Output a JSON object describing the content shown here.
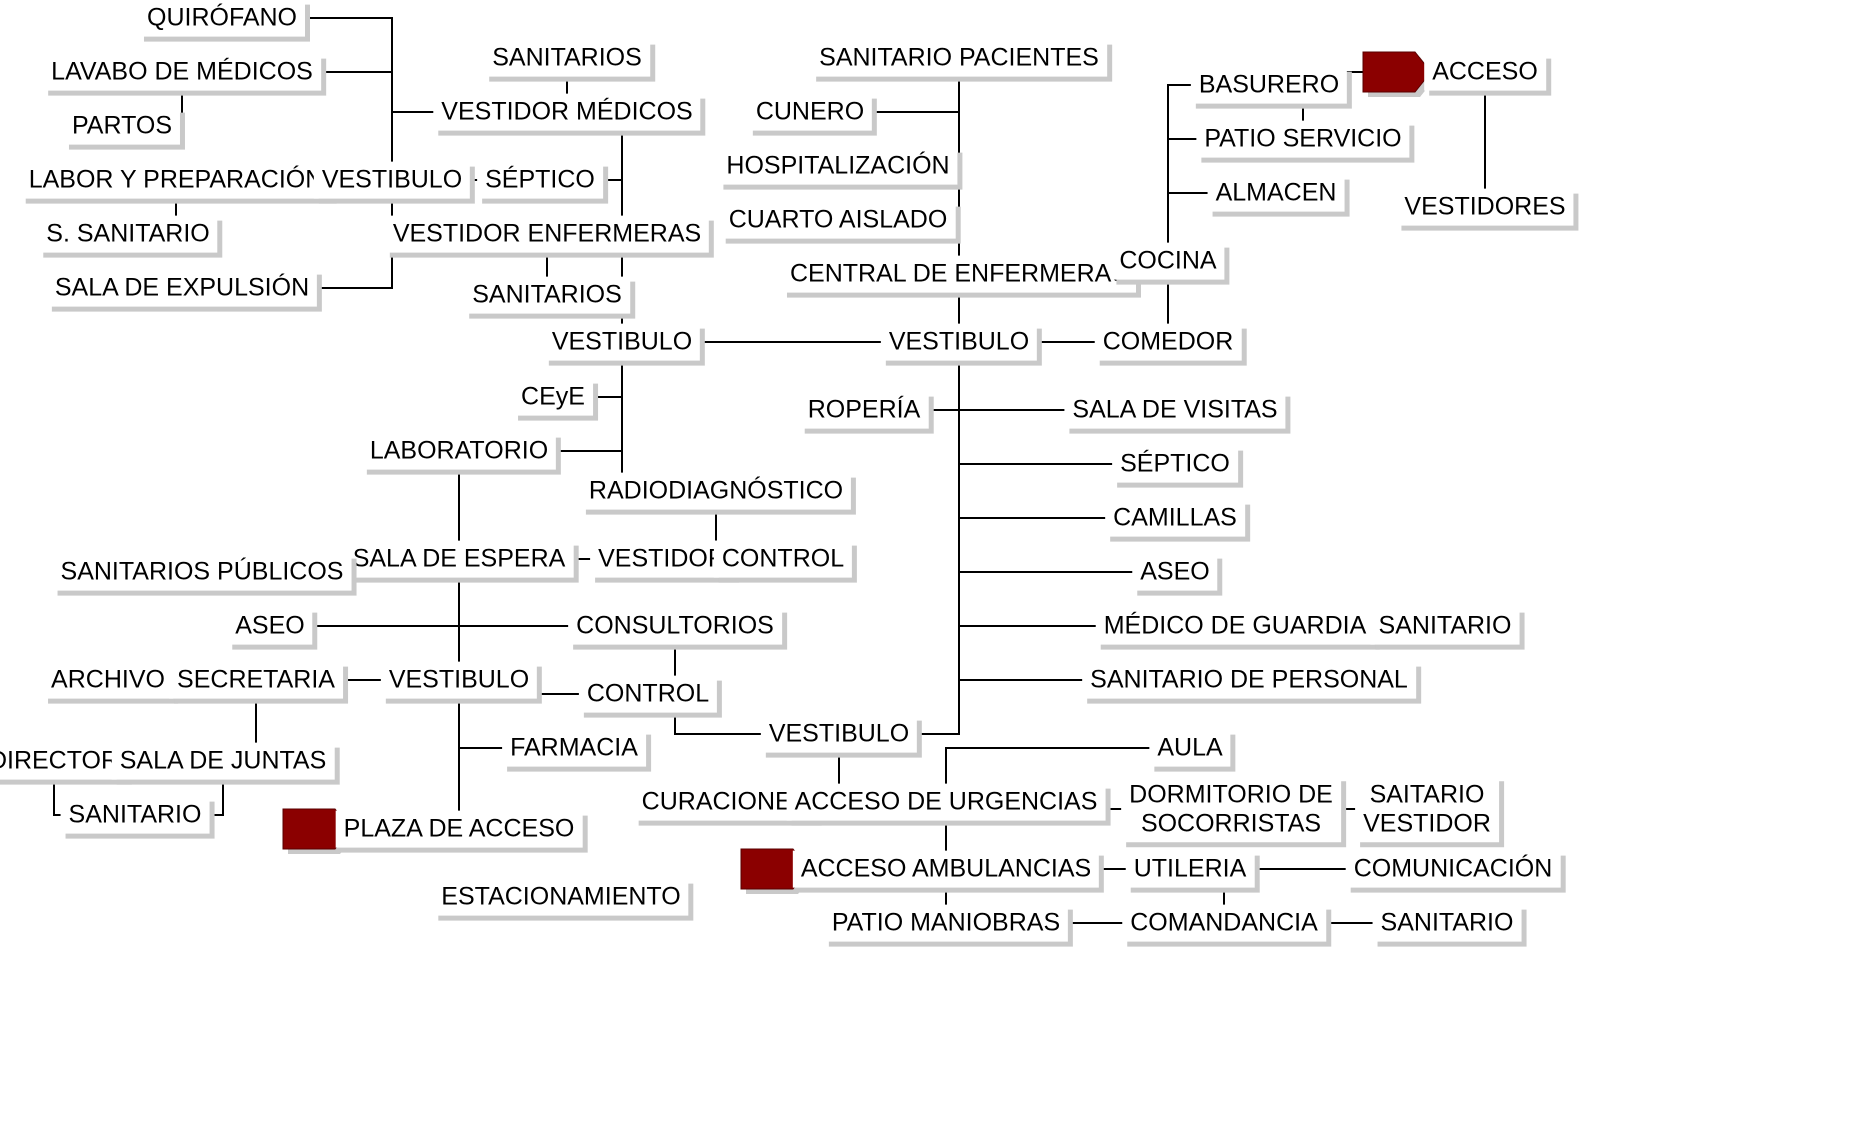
{
  "colors": {
    "line": "#000000",
    "shadow": "#c9c9c9",
    "access_marker": "#8b0000",
    "background": "#ffffff"
  },
  "icons": {
    "access_marker": "pentagon-arrow-icon"
  },
  "nodes": [
    {
      "id": "quirofano",
      "label": "QUIRÓFANO"
    },
    {
      "id": "lavabo_medicos",
      "label": "LAVABO DE MÉDICOS"
    },
    {
      "id": "partos",
      "label": "PARTOS"
    },
    {
      "id": "labor_preparacion",
      "label": "LABOR Y PREPARACIÓN"
    },
    {
      "id": "s_sanitario",
      "label": "S. SANITARIO"
    },
    {
      "id": "sala_expulsion",
      "label": "SALA DE EXPULSIÓN"
    },
    {
      "id": "vestibulo_tocologia",
      "label": "VESTIBULO"
    },
    {
      "id": "sanitarios_medicos",
      "label": "SANITARIOS"
    },
    {
      "id": "vestidor_medicos",
      "label": "VESTIDOR MÉDICOS"
    },
    {
      "id": "septico_1",
      "label": "SÉPTICO"
    },
    {
      "id": "vestidor_enfermeras",
      "label": "VESTIDOR ENFERMERAS"
    },
    {
      "id": "sanitarios_enfermeras",
      "label": "SANITARIOS"
    },
    {
      "id": "vestibulo_quirurgico",
      "label": "VESTIBULO"
    },
    {
      "id": "ceye",
      "label": "CEyE"
    },
    {
      "id": "laboratorio",
      "label": "LABORATORIO"
    },
    {
      "id": "radiodiagnostico",
      "label": "RADIODIAGNÓSTICO"
    },
    {
      "id": "vestidor_rx",
      "label": "VESTIDOR"
    },
    {
      "id": "control_rx",
      "label": "CONTROL"
    },
    {
      "id": "sala_espera",
      "label": "SALA DE ESPERA"
    },
    {
      "id": "sanitarios_publicos",
      "label": "SANITARIOS PÚBLICOS"
    },
    {
      "id": "aseo_1",
      "label": "ASEO"
    },
    {
      "id": "archivo",
      "label": "ARCHIVO"
    },
    {
      "id": "secretaria",
      "label": "SECRETARIA"
    },
    {
      "id": "vestibulo_principal",
      "label": "VESTIBULO"
    },
    {
      "id": "director",
      "label": "DIRECTOR"
    },
    {
      "id": "sala_juntas",
      "label": "SALA DE JUNTAS"
    },
    {
      "id": "sanitario_direccion",
      "label": "SANITARIO"
    },
    {
      "id": "farmacia",
      "label": "FARMACIA"
    },
    {
      "id": "plaza_acceso",
      "label": "PLAZA DE ACCESO"
    },
    {
      "id": "estacionamiento",
      "label": "ESTACIONAMIENTO"
    },
    {
      "id": "consultorios",
      "label": "CONSULTORIOS"
    },
    {
      "id": "control_consulta",
      "label": "CONTROL"
    },
    {
      "id": "sanitario_pacientes",
      "label": "SANITARIO PACIENTES"
    },
    {
      "id": "cunero",
      "label": "CUNERO"
    },
    {
      "id": "hospitalizacion",
      "label": "HOSPITALIZACIÓN"
    },
    {
      "id": "cuarto_aislado",
      "label": "CUARTO AISLADO"
    },
    {
      "id": "central_enfermeras",
      "label": "CENTRAL DE ENFERMERAS"
    },
    {
      "id": "vestibulo_hospital",
      "label": "VESTIBULO"
    },
    {
      "id": "ropeia",
      "label": "ROPERÍA"
    },
    {
      "id": "comedor",
      "label": "COMEDOR"
    },
    {
      "id": "sala_visitas",
      "label": "SALA DE VISITAS"
    },
    {
      "id": "septico_2",
      "label": "SÉPTICO"
    },
    {
      "id": "camillas",
      "label": "CAMILLAS"
    },
    {
      "id": "aseo_2",
      "label": "ASEO"
    },
    {
      "id": "medico_guardia",
      "label": "MÉDICO DE GUARDIA"
    },
    {
      "id": "sanitario_guardia",
      "label": "SANITARIO"
    },
    {
      "id": "sanitario_personal",
      "label": "SANITARIO DE PERSONAL"
    },
    {
      "id": "basurero",
      "label": "BASURERO"
    },
    {
      "id": "patio_servicio",
      "label": "PATIO SERVICIO"
    },
    {
      "id": "almacen",
      "label": "ALMACEN"
    },
    {
      "id": "cocina",
      "label": "COCINA"
    },
    {
      "id": "acceso_servicio",
      "label": "ACCESO"
    },
    {
      "id": "vestidores",
      "label": "VESTIDORES"
    },
    {
      "id": "vestibulo_urgencias",
      "label": "VESTIBULO"
    },
    {
      "id": "curaciones",
      "label": "CURACIONES"
    },
    {
      "id": "acceso_urgencias",
      "label": "ACCESO DE URGENCIAS"
    },
    {
      "id": "acceso_ambulancias",
      "label": "ACCESO AMBULANCIAS"
    },
    {
      "id": "patio_maniobras",
      "label": "PATIO MANIOBRAS"
    },
    {
      "id": "aula",
      "label": "AULA"
    },
    {
      "id": "dormitorio_socorristas",
      "label": "DORMITORIO DE\nSOCORRISTAS"
    },
    {
      "id": "saitario_vestidor",
      "label": "SAITARIO\nVESTIDOR"
    },
    {
      "id": "utileria",
      "label": "UTILERIA"
    },
    {
      "id": "comandancia",
      "label": "COMANDANCIA"
    },
    {
      "id": "comunicacion",
      "label": "COMUNICACIÓN"
    },
    {
      "id": "sanitario_comandancia",
      "label": "SANITARIO"
    }
  ],
  "connections": [
    [
      "vestibulo_tocologia",
      "quirofano"
    ],
    [
      "vestibulo_tocologia",
      "lavabo_medicos"
    ],
    [
      "lavabo_medicos",
      "partos"
    ],
    [
      "vestibulo_tocologia",
      "labor_preparacion"
    ],
    [
      "labor_preparacion",
      "s_sanitario"
    ],
    [
      "vestibulo_tocologia",
      "sala_expulsion"
    ],
    [
      "vestibulo_tocologia",
      "septico_1"
    ],
    [
      "vestibulo_tocologia",
      "vestidor_medicos"
    ],
    [
      "vestidor_medicos",
      "sanitarios_medicos"
    ],
    [
      "vestidor_enfermeras",
      "sanitarios_enfermeras"
    ],
    [
      "vestibulo_quirurgico",
      "vestibulo_tocologia"
    ],
    [
      "vestibulo_quirurgico",
      "vestidor_medicos"
    ],
    [
      "vestibulo_quirurgico",
      "vestidor_enfermeras"
    ],
    [
      "vestibulo_quirurgico",
      "vestibulo_hospital"
    ],
    [
      "vestibulo_quirurgico",
      "ceye"
    ],
    [
      "vestibulo_quirurgico",
      "laboratorio"
    ],
    [
      "vestibulo_quirurgico",
      "radiodiagnostico"
    ],
    [
      "radiodiagnostico",
      "vestidor_rx"
    ],
    [
      "radiodiagnostico",
      "control_rx"
    ],
    [
      "laboratorio",
      "sala_espera"
    ],
    [
      "sala_espera",
      "vestidor_rx"
    ],
    [
      "sala_espera",
      "consultorios"
    ],
    [
      "sala_espera",
      "control_consulta"
    ],
    [
      "sala_espera",
      "vestibulo_principal"
    ],
    [
      "vestibulo_principal",
      "sanitarios_publicos"
    ],
    [
      "vestibulo_principal",
      "aseo_1"
    ],
    [
      "vestibulo_principal",
      "secretaria"
    ],
    [
      "secretaria",
      "archivo"
    ],
    [
      "secretaria",
      "director"
    ],
    [
      "secretaria",
      "sala_juntas"
    ],
    [
      "director",
      "sanitario_direccion"
    ],
    [
      "sala_juntas",
      "sanitario_direccion"
    ],
    [
      "vestibulo_principal",
      "farmacia"
    ],
    [
      "vestibulo_principal",
      "plaza_acceso"
    ],
    [
      "consultorios",
      "vestibulo_urgencias"
    ],
    [
      "vestibulo_hospital",
      "central_enfermeras"
    ],
    [
      "central_enfermeras",
      "sanitario_pacientes"
    ],
    [
      "central_enfermeras",
      "cunero"
    ],
    [
      "central_enfermeras",
      "hospitalizacion"
    ],
    [
      "central_enfermeras",
      "cuarto_aislado"
    ],
    [
      "vestibulo_hospital",
      "comedor"
    ],
    [
      "vestibulo_hospital",
      "sala_visitas"
    ],
    [
      "vestibulo_hospital",
      "ropeia"
    ],
    [
      "vestibulo_hospital",
      "septico_2"
    ],
    [
      "vestibulo_hospital",
      "camillas"
    ],
    [
      "vestibulo_hospital",
      "aseo_2"
    ],
    [
      "vestibulo_hospital",
      "medico_guardia"
    ],
    [
      "medico_guardia",
      "sanitario_guardia"
    ],
    [
      "vestibulo_hospital",
      "sanitario_personal"
    ],
    [
      "vestibulo_hospital",
      "vestibulo_urgencias"
    ],
    [
      "comedor",
      "cocina"
    ],
    [
      "cocina",
      "basurero"
    ],
    [
      "cocina",
      "patio_servicio"
    ],
    [
      "cocina",
      "almacen"
    ],
    [
      "patio_servicio",
      "acceso_servicio"
    ],
    [
      "acceso_servicio",
      "vestidores"
    ],
    [
      "vestibulo_urgencias",
      "curaciones"
    ],
    [
      "vestibulo_urgencias",
      "acceso_urgencias"
    ],
    [
      "acceso_urgencias",
      "acceso_ambulancias"
    ],
    [
      "acceso_ambulancias",
      "patio_maniobras"
    ],
    [
      "patio_maniobras",
      "aula"
    ],
    [
      "patio_maniobras",
      "dormitorio_socorristas"
    ],
    [
      "patio_maniobras",
      "utileria"
    ],
    [
      "patio_maniobras",
      "comandancia"
    ],
    [
      "dormitorio_socorristas",
      "saitario_vestidor"
    ],
    [
      "comandancia",
      "comunicacion"
    ],
    [
      "comandancia",
      "sanitario_comandancia"
    ]
  ],
  "access_markers": [
    "acceso_servicio",
    "plaza_acceso",
    "acceso_ambulancias"
  ]
}
